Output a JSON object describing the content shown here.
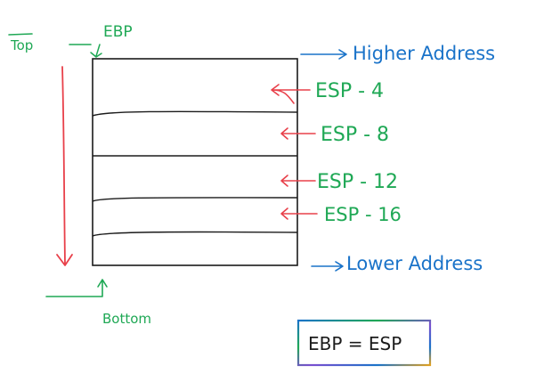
{
  "labels": {
    "top": "Top",
    "ebp": "EBP",
    "higher_address": "Higher Address",
    "lower_address": "Lower Address",
    "bottom": "Bottom",
    "esp_minus_4": "ESP - 4",
    "esp_minus_8": "ESP - 8",
    "esp_minus_12": "ESP - 12",
    "esp_minus_16": "ESP - 16",
    "equation": "EBP = ESP"
  },
  "colors": {
    "green": "#1fa855",
    "red": "#e8404a",
    "blue": "#1a73c9",
    "black": "#1b1b1b",
    "background": "#ffffff"
  }
}
